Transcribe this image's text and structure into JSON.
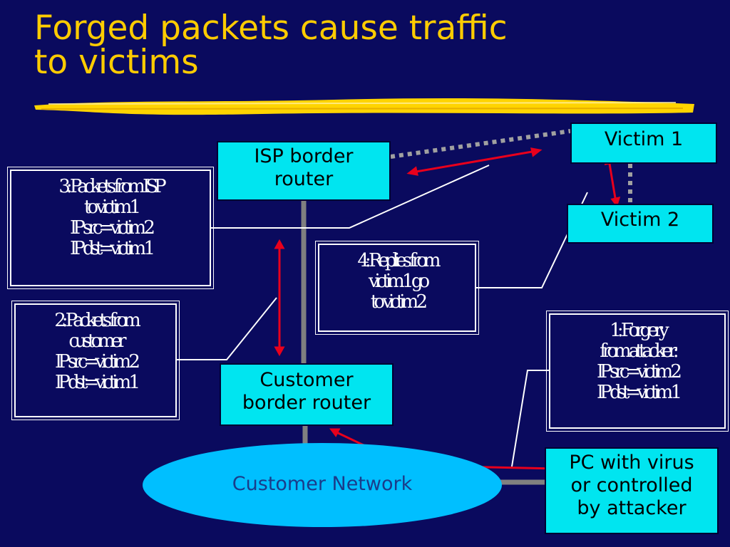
{
  "title": {
    "line1": "Forged packets cause traffic",
    "line2": "to victims"
  },
  "nodes": {
    "isp_router": [
      "ISP border",
      "router"
    ],
    "victim1": [
      "Victim 1"
    ],
    "victim2": [
      "Victim 2"
    ],
    "customer_router": [
      "Customer",
      "border router"
    ],
    "pc": [
      "PC with virus",
      "or controlled",
      "by attacker"
    ]
  },
  "network": {
    "label": "Customer Network"
  },
  "callouts": {
    "step3": [
      "3: Packets from ISP",
      "to victim 1",
      "IP src=victim 2",
      "IP dst=victim 1"
    ],
    "step4": [
      "4: Replies from",
      "victim 1 go",
      "to victim 2"
    ],
    "step2": [
      "2: Packets from",
      "customer",
      "IP src=victim 2",
      "IP dst=victim 1"
    ],
    "step1": [
      "1: Forgery",
      "from attacker:",
      "IP src=victim 2",
      "IP dst=victim 1"
    ]
  },
  "colors": {
    "background": "#0a0a5e",
    "title": "#ffcc00",
    "box_fill": "#00e5f0",
    "cloud_fill": "#00bfff",
    "arrow": "#e8001c",
    "link": "#808080",
    "dotted_link": "#a0a0a0",
    "callout_border": "#ffffff"
  }
}
